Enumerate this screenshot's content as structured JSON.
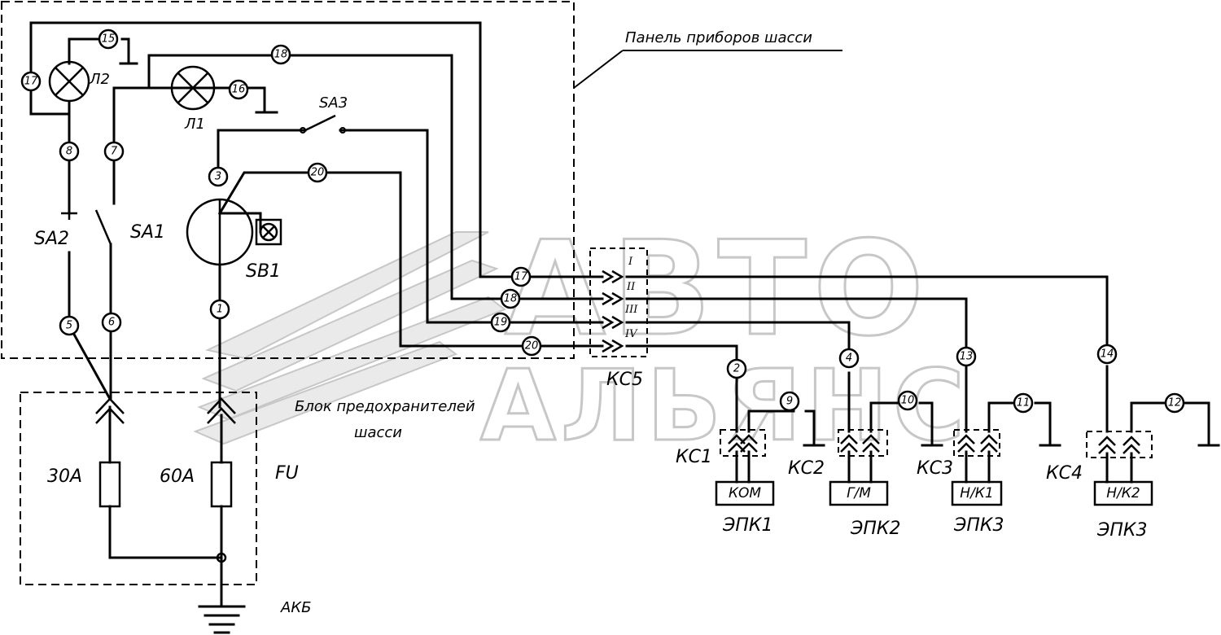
{
  "labels": {
    "panel": "Панель приборов шасси",
    "fuse_block_line1": "Блок предохранителей",
    "fuse_block_line2": "шасси",
    "lamp1": "Л1",
    "lamp2": "Л2",
    "switch_sa1": "SA1",
    "switch_sa2": "SA2",
    "switch_sa3": "SA3",
    "button_sb1": "SB1",
    "connector_ks1": "КС1",
    "connector_ks2": "КС2",
    "connector_ks3": "КС3",
    "connector_ks4": "КС4",
    "connector_ks5": "КС5",
    "fuse_fu": "FU",
    "fuse_30a": "30А",
    "fuse_60a": "60А",
    "battery": "АКБ"
  },
  "roman": [
    "I",
    "II",
    "III",
    "IV"
  ],
  "valves": [
    {
      "code": "КОМ",
      "name": "ЭПК1"
    },
    {
      "code": "Г/М",
      "name": "ЭПК2"
    },
    {
      "code": "Н/К1",
      "name": "ЭПК3"
    },
    {
      "code": "Н/К2",
      "name": "ЭПК3"
    }
  ],
  "wire_numbers": [
    "1",
    "2",
    "3",
    "4",
    "5",
    "6",
    "7",
    "8",
    "9",
    "10",
    "11",
    "12",
    "13",
    "14",
    "15",
    "16",
    "17",
    "18",
    "19",
    "20"
  ],
  "watermark": {
    "line1": "АВТО",
    "line2": "АЛЬЯНС"
  }
}
